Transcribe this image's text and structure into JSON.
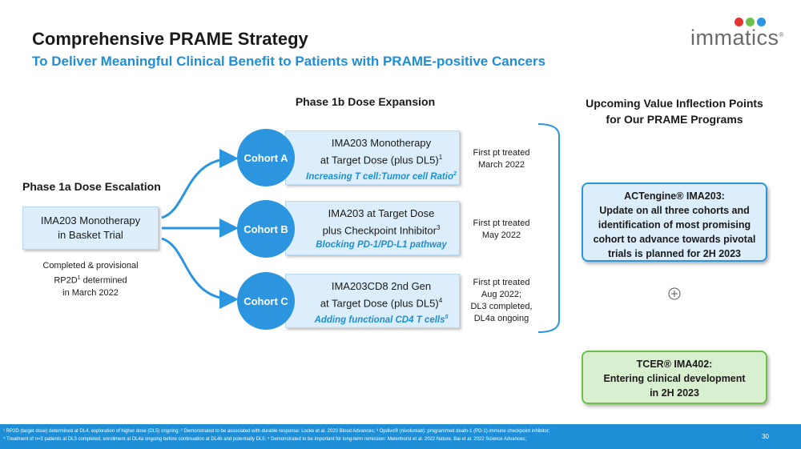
{
  "header": {
    "title": "Comprehensive PRAME Strategy",
    "subtitle": "To Deliver Meaningful Clinical Benefit to Patients with PRAME-positive Cancers"
  },
  "logo": {
    "text": "immatics",
    "registered": "®",
    "colors": [
      "#e3342f",
      "#6cc04a",
      "#2b95e0"
    ]
  },
  "phase1a": {
    "heading": "Phase 1a Dose Escalation",
    "box_line1": "IMA203 Monotherapy",
    "box_line2": "in Basket Trial",
    "note_line1": "Completed & provisional",
    "note_line2_a": "RP2D",
    "note_line2_sup": "1",
    "note_line2_b": " determined",
    "note_line3": "in March 2022"
  },
  "phase1b": {
    "heading": "Phase 1b Dose Expansion",
    "cohorts": [
      {
        "label": "Cohort A",
        "line1": "IMA203 Monotherapy",
        "line2": "at Target Dose (plus DL5)",
        "line2_sup": "1",
        "note": "Increasing T cell:Tumor cell Ratio",
        "note_sup": "2",
        "status_line1": "First pt treated",
        "status_line2": "March 2022"
      },
      {
        "label": "Cohort B",
        "line1": "IMA203 at Target Dose",
        "line2": "plus Checkpoint Inhibitor",
        "line2_sup": "3",
        "note": "Blocking PD-1/PD-L1 pathway",
        "note_sup": "",
        "status_line1": "First pt treated",
        "status_line2": "May 2022"
      },
      {
        "label": "Cohort C",
        "line1": "IMA203CD8 2nd Gen",
        "line2": "at Target Dose (plus DL5)",
        "line2_sup": "4",
        "note": "Adding functional CD4 T cells",
        "note_sup": "5",
        "status_line1": "First pt treated",
        "status_line2": "Aug 2022;",
        "status_line3": "DL3 completed,",
        "status_line4": "DL4a ongoing"
      }
    ]
  },
  "upcoming": {
    "heading_line1": "Upcoming Value Inflection Points",
    "heading_line2": "for Our PRAME Programs",
    "box1_line1": "ACTengine® IMA203:",
    "box1_line2": "Update on all three cohorts and",
    "box1_line3": "identification of most promising",
    "box1_line4": "cohort to advance towards pivotal",
    "box1_line5": "trials is planned for 2H 2023",
    "box2_line1": "TCER® IMA402:",
    "box2_line2": "Entering clinical development",
    "box2_line3": "in 2H 2023"
  },
  "footer": {
    "line1": "¹ RP2D (target dose) determined at DL4, exploration of higher dose (DL5) ongoing; ² Demonstrated to be associated with durable response: Locke et al. 2020 Blood Advances; ³ Opdivo® (nivolumab): programmed death-1 (PD-1) immune checkpoint inhibitor;",
    "line2": "⁴ Treatment of n=3 patients at DL3 completed, enrollment at DL4a ongoing before continuation at DL4b and potentially DL5; ⁵ Demonstrated to be important for long-term remission: Melenhorst et al. 2022 Nature, Bai et al. 2022 Science Advances;",
    "page_number": "30"
  }
}
